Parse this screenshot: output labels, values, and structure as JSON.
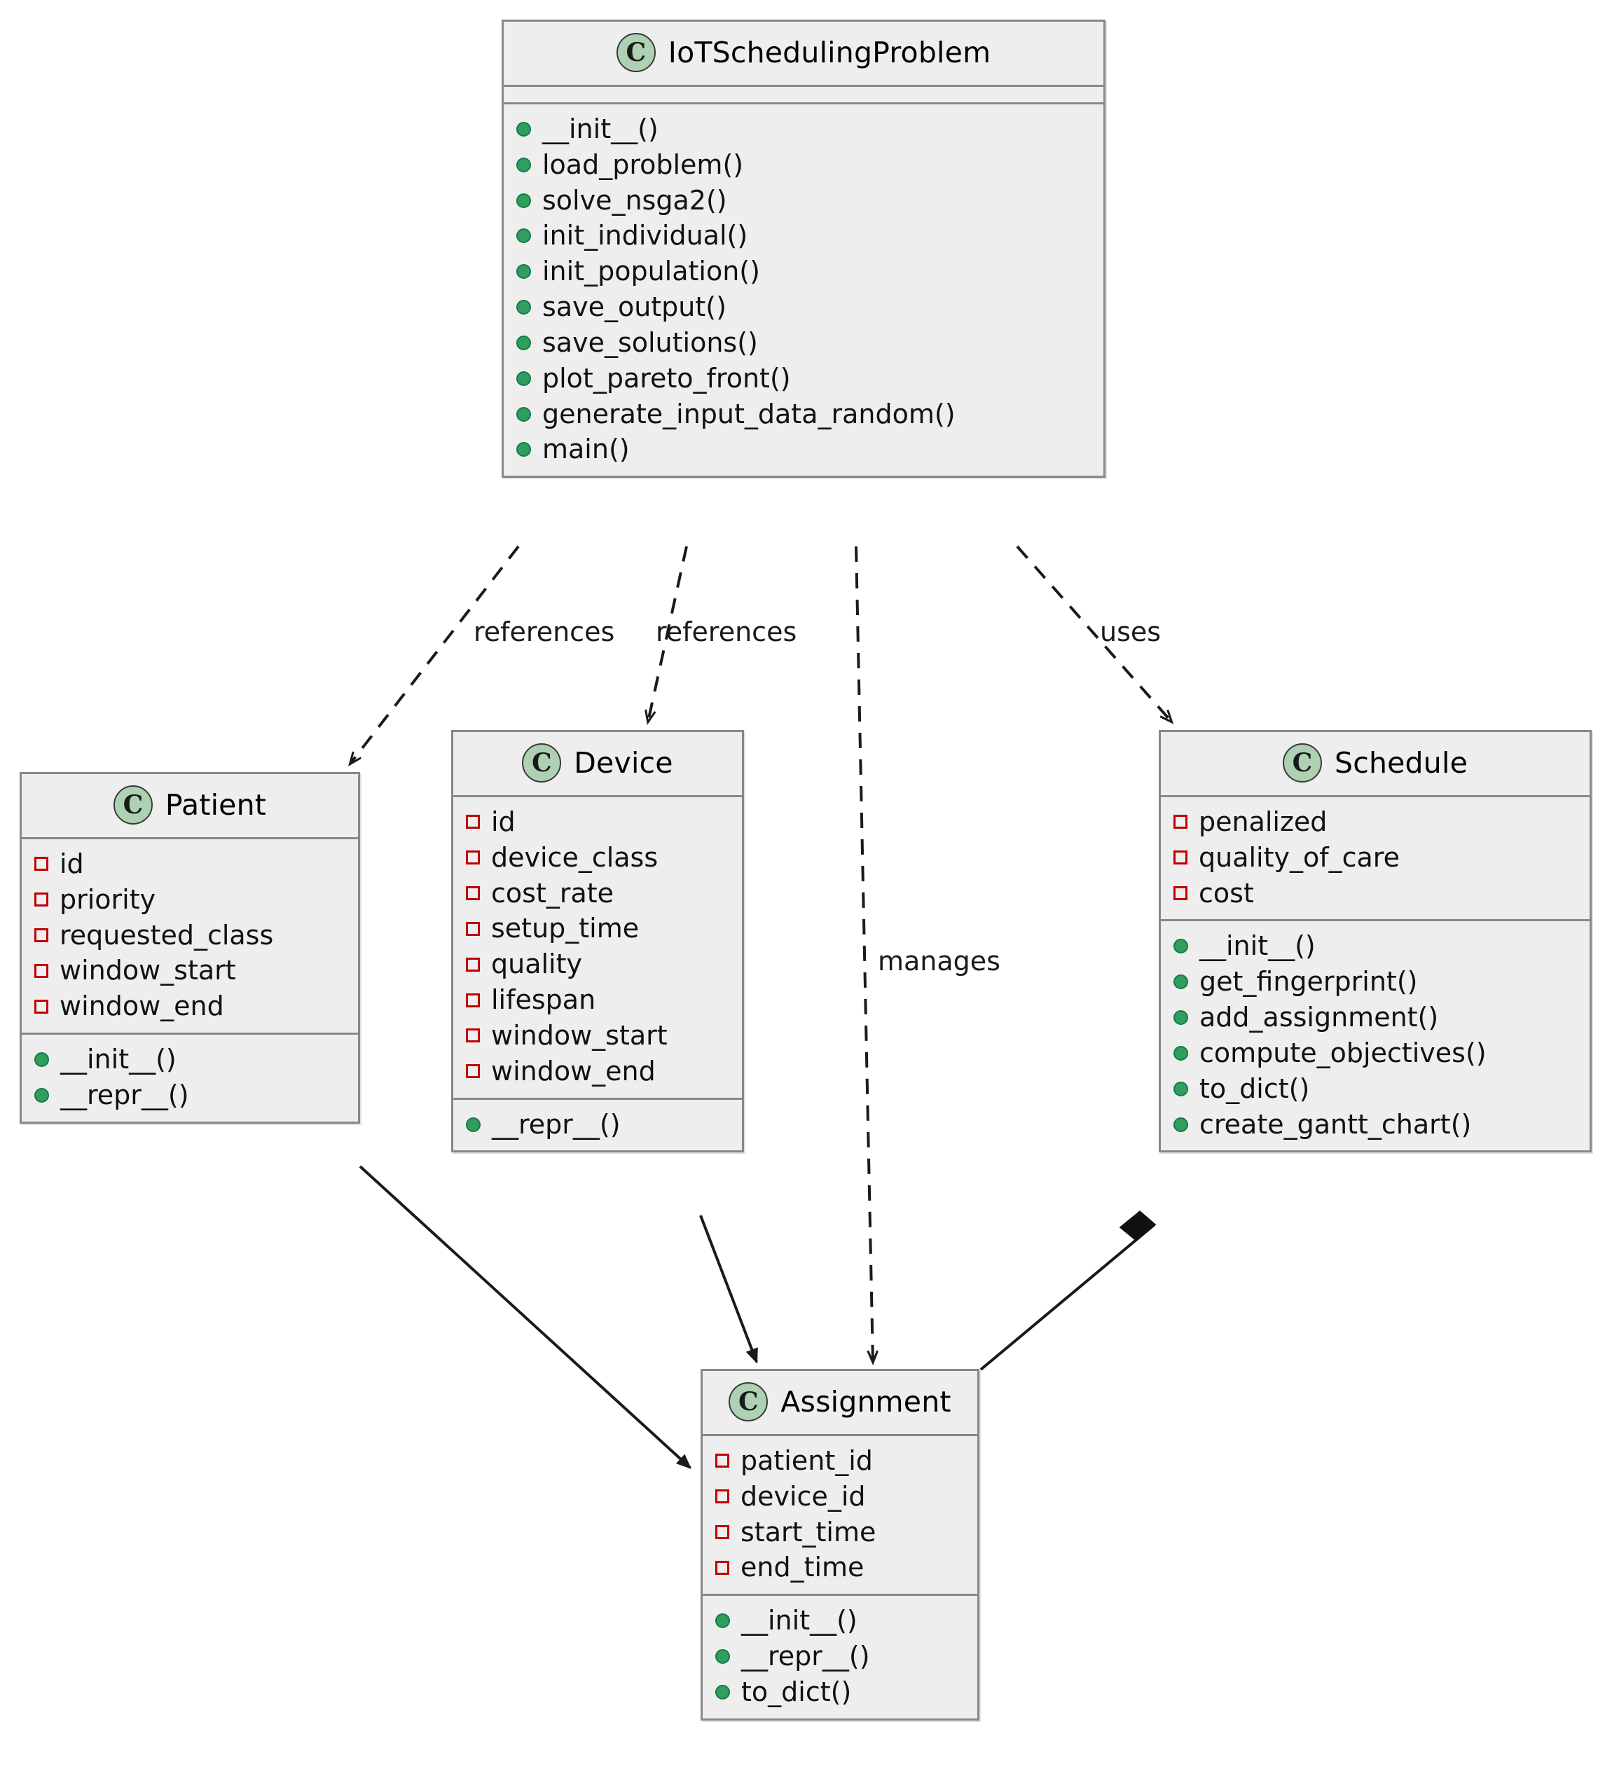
{
  "diagram": {
    "type": "uml-class-diagram",
    "background": "#ffffff",
    "class_box_fill": "#eeeeee",
    "class_box_border": "#888888",
    "class_icon_fill": "#add1b2",
    "field_marker_color": "#c00000",
    "method_marker_color": "#2f9e5f",
    "class_icon_letter": "C"
  },
  "classes": {
    "iot": {
      "name": "IoTSchedulingProblem",
      "fields": [],
      "methods": [
        "__init__()",
        "load_problem()",
        "solve_nsga2()",
        "init_individual()",
        "init_population()",
        "save_output()",
        "save_solutions()",
        "plot_pareto_front()",
        "generate_input_data_random()",
        "main()"
      ]
    },
    "patient": {
      "name": "Patient",
      "fields": [
        "id",
        "priority",
        "requested_class",
        "window_start",
        "window_end"
      ],
      "methods": [
        "__init__()",
        "__repr__()"
      ]
    },
    "device": {
      "name": "Device",
      "fields": [
        "id",
        "device_class",
        "cost_rate",
        "setup_time",
        "quality",
        "lifespan",
        "window_start",
        "window_end"
      ],
      "methods": [
        "__repr__()"
      ]
    },
    "schedule": {
      "name": "Schedule",
      "fields": [
        "penalized",
        "quality_of_care",
        "cost"
      ],
      "methods": [
        "__init__()",
        "get_fingerprint()",
        "add_assignment()",
        "compute_objectives()",
        "to_dict()",
        "create_gantt_chart()"
      ]
    },
    "assignment": {
      "name": "Assignment",
      "fields": [
        "patient_id",
        "device_id",
        "start_time",
        "end_time"
      ],
      "methods": [
        "__init__()",
        "__repr__()",
        "to_dict()"
      ]
    }
  },
  "relations": [
    {
      "id": "rel-iot-patient",
      "from": "IoTSchedulingProblem",
      "to": "Patient",
      "label": "references",
      "style": "dashed",
      "arrow": "open"
    },
    {
      "id": "rel-iot-device",
      "from": "IoTSchedulingProblem",
      "to": "Device",
      "label": "references",
      "style": "dashed",
      "arrow": "open"
    },
    {
      "id": "rel-iot-assignment",
      "from": "IoTSchedulingProblem",
      "to": "Assignment",
      "label": "manages",
      "style": "dashed",
      "arrow": "open"
    },
    {
      "id": "rel-iot-schedule",
      "from": "IoTSchedulingProblem",
      "to": "Schedule",
      "label": "uses",
      "style": "dashed",
      "arrow": "open"
    },
    {
      "id": "rel-patient-assignment",
      "from": "Patient",
      "to": "Assignment",
      "label": "",
      "style": "solid",
      "arrow": "open"
    },
    {
      "id": "rel-device-assignment",
      "from": "Device",
      "to": "Assignment",
      "label": "",
      "style": "solid",
      "arrow": "open"
    },
    {
      "id": "rel-schedule-assignment",
      "from": "Schedule",
      "to": "Assignment",
      "label": "",
      "style": "solid",
      "arrow": "composition-diamond"
    }
  ]
}
